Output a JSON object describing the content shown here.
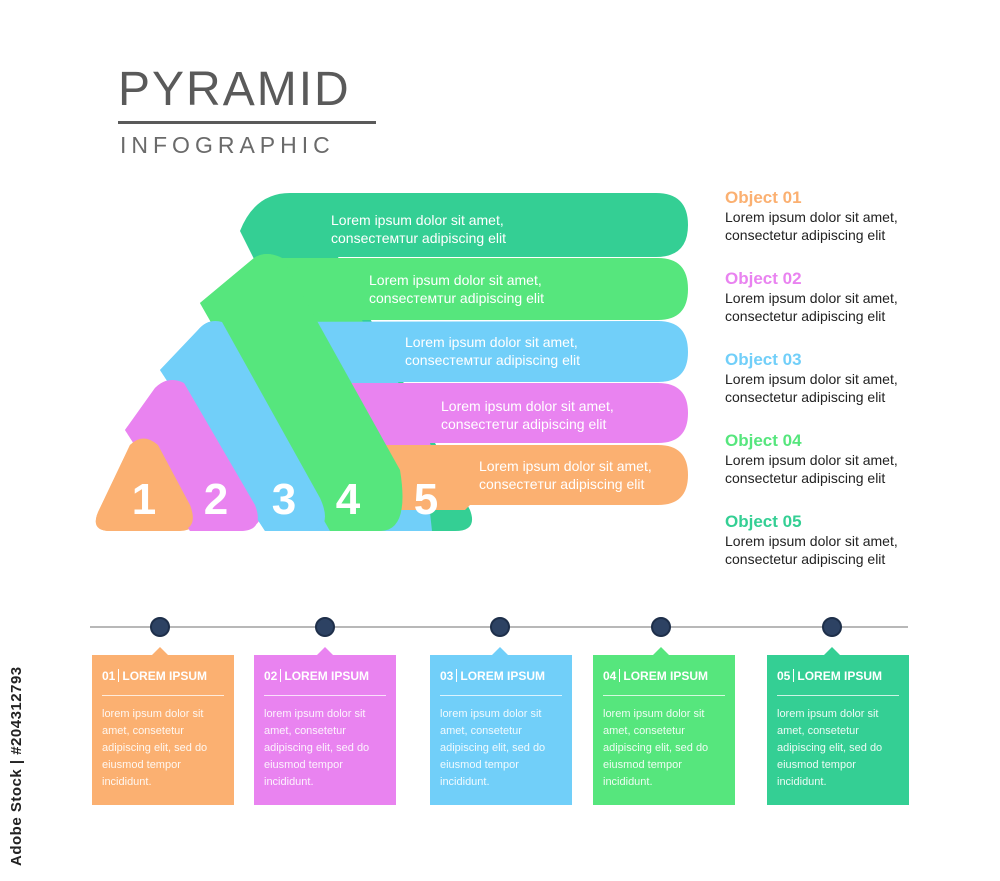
{
  "header": {
    "title": "PYRAMID",
    "subtitle": "INFOGRAPHIC"
  },
  "colors": {
    "orange": "#fbb071",
    "pink": "#e983f0",
    "blue": "#71cff9",
    "light_green": "#56e67d",
    "teal": "#34cf94",
    "dark_navy": "#2d4263"
  },
  "pyramid": {
    "bands": [
      {
        "number": "1",
        "line1": "Lorem ipsum dolor sit amet,",
        "line2": "consecтeтur adipiscing elit",
        "color": "#fbb071"
      },
      {
        "number": "2",
        "line1": "Lorem ipsum dolor sit amet,",
        "line2": "consecтeтur adipiscing elit",
        "color": "#e983f0"
      },
      {
        "number": "3",
        "line1": "Lorem ipsum dolor sit amet,",
        "line2": "consecтeмтur adipiscing elit",
        "color": "#71cff9"
      },
      {
        "number": "4",
        "line1": "Lorem ipsum dolor sit amet,",
        "line2": "consecтeмтur adipiscing elit",
        "color": "#56e67d"
      },
      {
        "number": "5",
        "line1": "Lorem ipsum dolor sit amet,",
        "line2": "consecтeмтur adipiscing elit",
        "color": "#34cf94"
      }
    ]
  },
  "objects": [
    {
      "title": "Object 01",
      "line1": "Lorem ipsum dolor sit amet,",
      "line2": "consectetur adipiscing elit",
      "color": "#fbb071"
    },
    {
      "title": "Object 02",
      "line1": "Lorem ipsum dolor sit amet,",
      "line2": "consectetur adipiscing elit",
      "color": "#e983f0"
    },
    {
      "title": "Object 03",
      "line1": "Lorem ipsum dolor sit amet,",
      "line2": "consectetur adipiscing elit",
      "color": "#71cff9"
    },
    {
      "title": "Object 04",
      "line1": "Lorem ipsum dolor sit amet,",
      "line2": "consectetur adipiscing elit",
      "color": "#56e67d"
    },
    {
      "title": "Object 05",
      "line1": "Lorem ipsum dolor sit amet,",
      "line2": "consectetur adipiscing elit",
      "color": "#34cf94"
    }
  ],
  "timeline": {
    "cards": [
      {
        "num": "01",
        "heading": "LOREM IPSUM",
        "lines": [
          "lorem ipsum dolor sit",
          "amet, consetetur",
          "adipiscing elit, sed do",
          "eiusmod tempor",
          "incididunt."
        ],
        "color": "#fbb071"
      },
      {
        "num": "02",
        "heading": "LOREM IPSUM",
        "lines": [
          "lorem ipsum dolor sit",
          "amet, consetetur",
          "adipiscing elit, sed do",
          "eiusmod tempor",
          "incididunt."
        ],
        "color": "#e983f0"
      },
      {
        "num": "03",
        "heading": "LOREM IPSUM",
        "lines": [
          "lorem ipsum dolor sit",
          "amet, consetetur",
          "adipiscing elit, sed do",
          "eiusmod tempor",
          "incididunt."
        ],
        "color": "#71cff9"
      },
      {
        "num": "04",
        "heading": "LOREM IPSUM",
        "lines": [
          "lorem ipsum dolor sit",
          "amet, consetetur",
          "adipiscing elit, sed do",
          "eiusmod tempor",
          "incididunt."
        ],
        "color": "#56e67d"
      },
      {
        "num": "05",
        "heading": "LOREM IPSUM",
        "lines": [
          "lorem ipsum dolor sit",
          "amet, consetetur",
          "adipiscing elit, sed do",
          "eiusmod tempor",
          "incididunt."
        ],
        "color": "#34cf94"
      }
    ]
  },
  "watermark": {
    "stock_id": "Adobe Stock | #204312793"
  }
}
